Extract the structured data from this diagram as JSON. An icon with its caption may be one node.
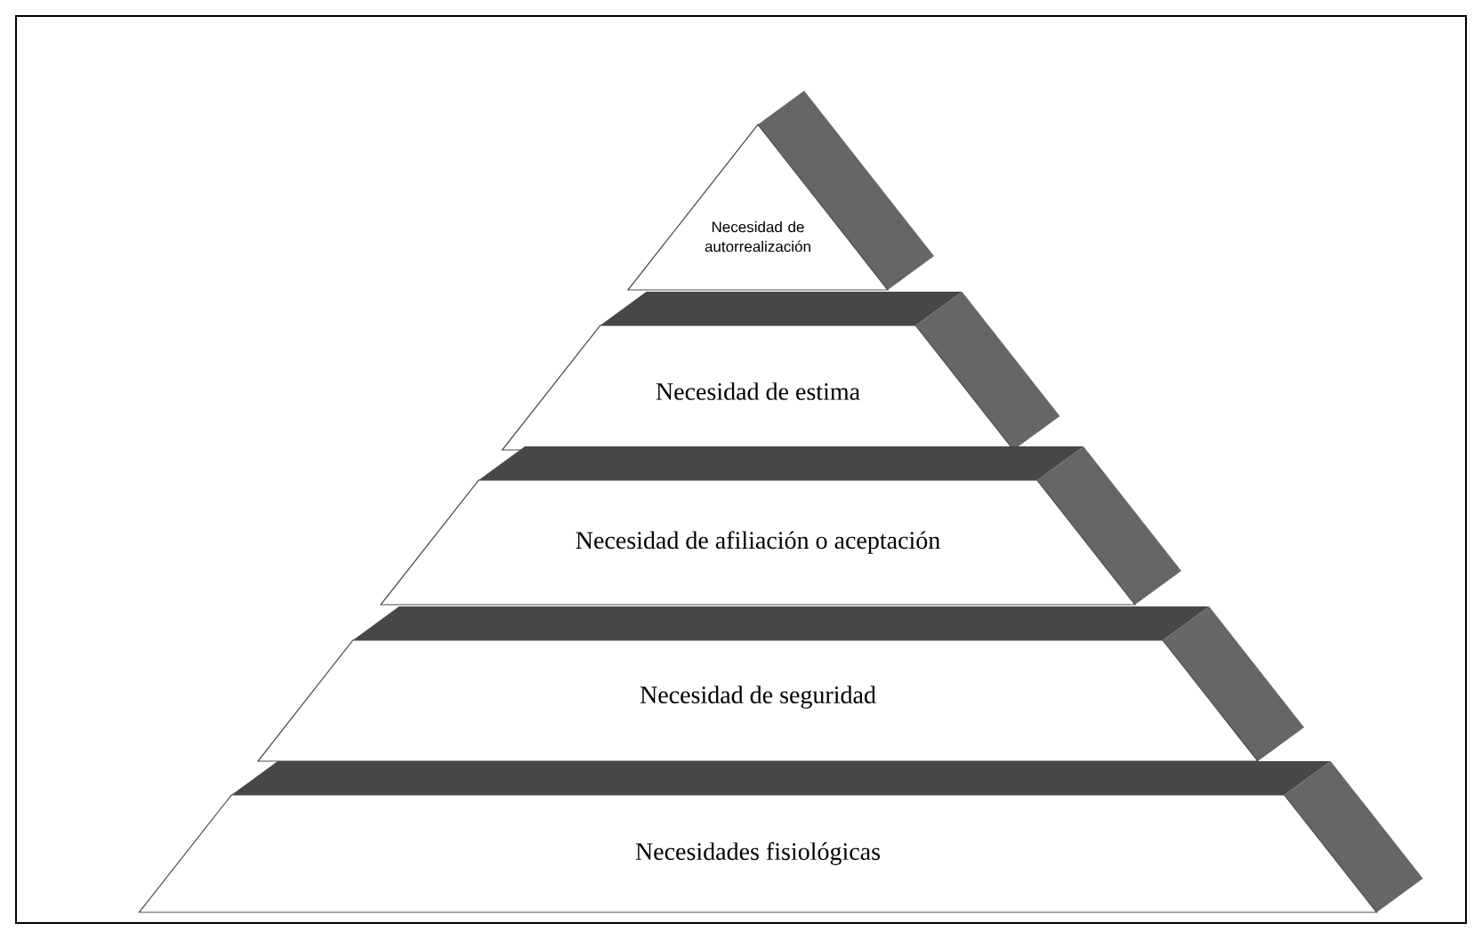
{
  "diagram": {
    "nodes": [
      {
        "text": [
          "Necesidad de autorrealización"
        ]
      },
      {
        "text": [
          "Necesidad de estima"
        ]
      },
      {
        "text": [
          "Necesidad de afiliación o aceptación"
        ]
      },
      {
        "text": [
          "Necesidad de seguridad"
        ]
      },
      {
        "text": [
          "Necesidades fisiológicas"
        ]
      }
    ]
  }
}
